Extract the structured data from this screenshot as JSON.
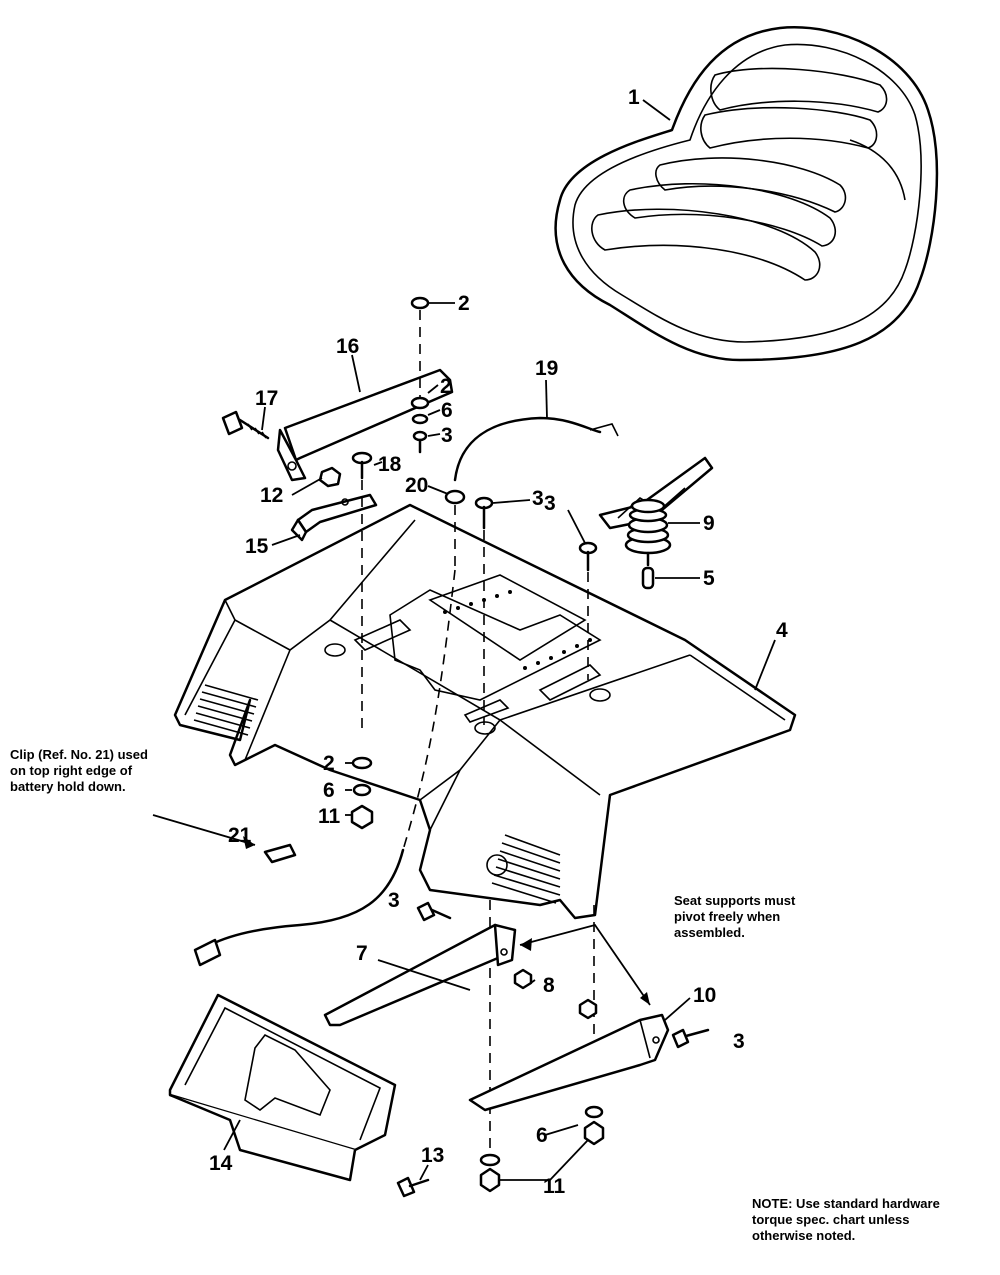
{
  "callouts": {
    "c1": "1",
    "c2a": "2",
    "c2b": "2",
    "c2c": "2",
    "c3a": "3",
    "c3b": "3",
    "c3c": "3",
    "c3d": "3",
    "c3e": "3",
    "c4": "4",
    "c5": "5",
    "c6a": "6",
    "c6b": "6",
    "c6c": "6",
    "c7": "7",
    "c8": "8",
    "c9": "9",
    "c10": "10",
    "c11a": "11",
    "c11b": "11",
    "c12": "12",
    "c13": "13",
    "c14": "14",
    "c15": "15",
    "c16": "16",
    "c17": "17",
    "c18": "18",
    "c19": "19",
    "c20": "20",
    "c21": "21"
  },
  "notes": {
    "clip": "Clip (Ref. No. 21) used\non top right edge of\nbattery hold down.",
    "pivot": "Seat supports must\npivot freely when\nassembled.",
    "torque": "NOTE: Use standard hardware\ntorque spec. chart unless\notherwise noted."
  }
}
